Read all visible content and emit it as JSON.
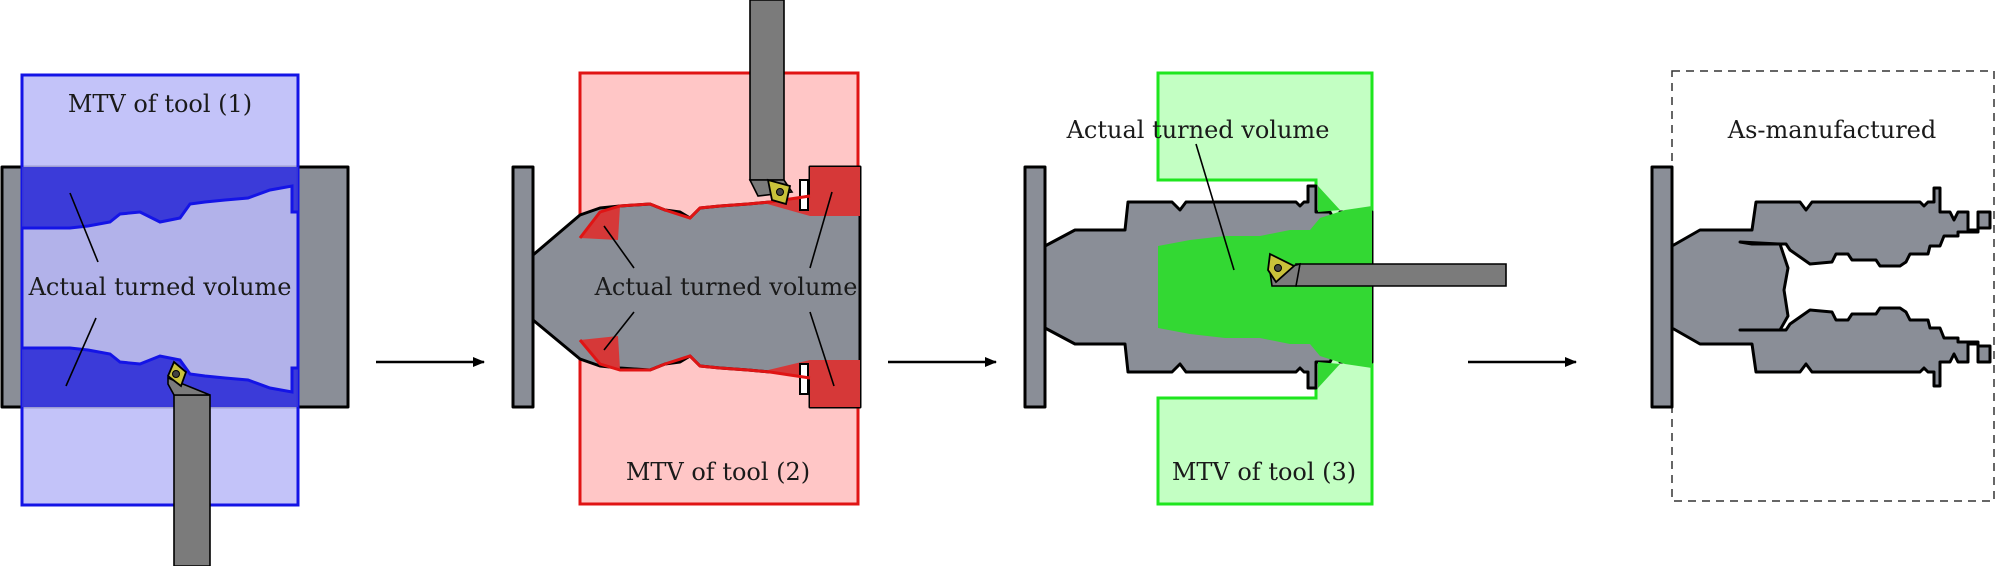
{
  "labels": {
    "mtv_tool_1": "MTV of tool (1)",
    "mtv_tool_2": "MTV of tool (2)",
    "mtv_tool_3": "MTV of tool (3)",
    "actual_turned_volume": "Actual turned volume",
    "as_manufactured": "As-manufactured"
  },
  "colors": {
    "tool1_fill": "#b8b8f8",
    "tool1_stroke": "#1414e6",
    "tool1_removed": "#3535d8",
    "tool2_fill": "#ffc0c0",
    "tool2_stroke": "#e01414",
    "tool2_removed": "#d63838",
    "tool3_fill": "#c0ffc0",
    "tool3_stroke": "#1ee61e",
    "tool3_removed": "#33d833",
    "part": "#8a8e97",
    "insert": "#c9c23a"
  }
}
